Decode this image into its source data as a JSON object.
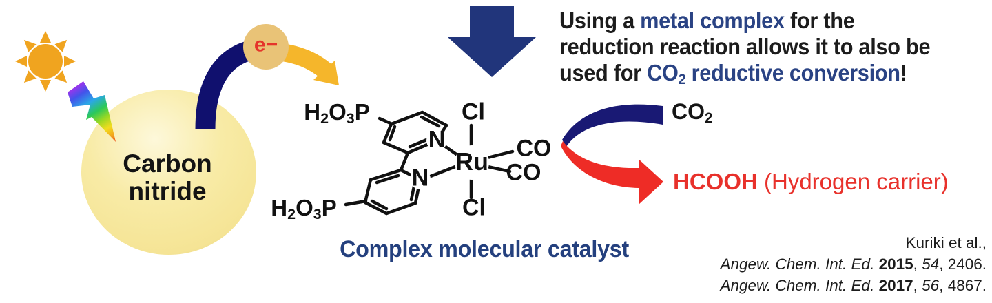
{
  "colors": {
    "sun_orange": "#F0A41F",
    "sphere_yellow": "#F7E9A0",
    "electron_circle_tan": "#E9C377",
    "electron_text_red": "#E5342B",
    "navy_curved_arrow": "#10106E",
    "navy_big_arrow": "#21357B",
    "navy_text": "#2A4384",
    "caption_navy": "#24407E",
    "yellow_arrow": "#F5B62B",
    "red_arrow": "#EE2C26",
    "product_red": "#E8312B",
    "bond_black": "#111111"
  },
  "sphere": {
    "line1": "Carbon",
    "line2": "nitride"
  },
  "electron": {
    "label": "e−"
  },
  "heading": {
    "part1": "Using a ",
    "metal_complex": "metal complex",
    "part2": " for the",
    "line2": "reduction reaction allows it to also be",
    "part3": "used for ",
    "co2": "CO|2|",
    "reductive": " reductive conversion",
    "exclaim": "!"
  },
  "molecule": {
    "phosphonate_top": "H|2|O|3|P",
    "phosphonate_bottom": "H|2|O|3|P",
    "n_top": "N",
    "n_bottom": "N",
    "ru": "Ru",
    "cl_top": "Cl",
    "cl_bottom": "Cl",
    "co_top": "CO",
    "co_bottom": "CO",
    "caption": "Complex molecular catalyst"
  },
  "reaction": {
    "co2": "CO|2|",
    "product": "HCOOH",
    "product_note": " (Hydrogen carrier)"
  },
  "citations": {
    "authors": "Kuriki et al.,",
    "ref1": {
      "journal": "Angew. Chem. Int. Ed. ",
      "year": "2015",
      "sep": ", ",
      "volume": "54",
      "tail": ", 2406."
    },
    "ref2": {
      "journal": "Angew. Chem. Int. Ed. ",
      "year": "2017",
      "sep": ", ",
      "volume": "56",
      "tail": ", 4867."
    }
  }
}
